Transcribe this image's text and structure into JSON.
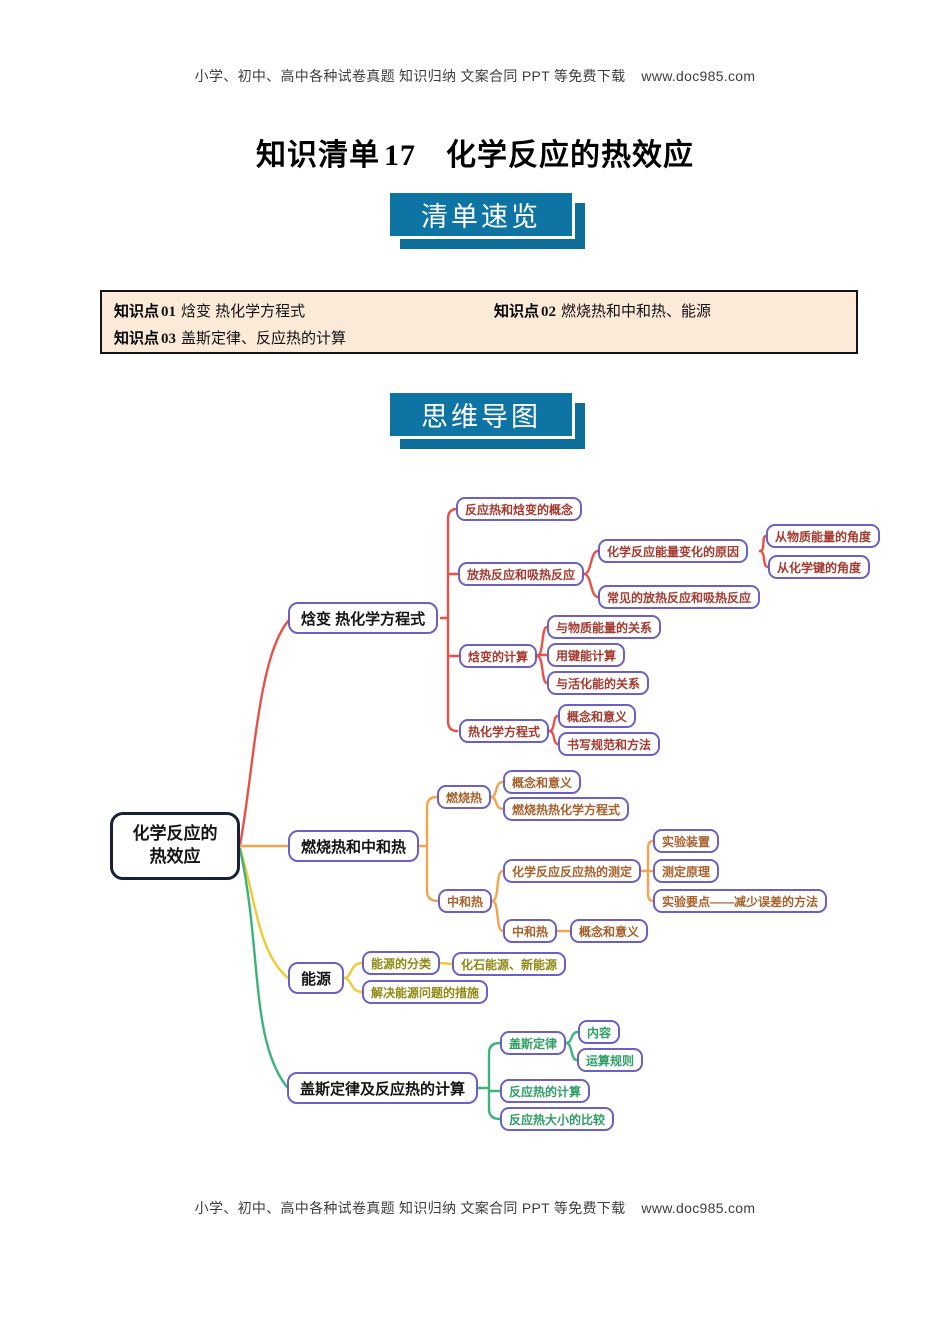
{
  "header": {
    "promo": "小学、初中、高中各种试卷真题 知识归纳 文案合同 PPT 等免费下载",
    "site": "www.doc985.com"
  },
  "title": {
    "prefix": "知识清单",
    "num": "17",
    "main": "化学反应的热效应"
  },
  "sections": {
    "overview_badge": "清单速览",
    "mindmap_badge": "思维导图"
  },
  "knowledge_points": [
    {
      "label": "知识点",
      "num": "01",
      "text": "焓变 热化学方程式"
    },
    {
      "label": "知识点",
      "num": "02",
      "text": "燃烧热和中和热、能源"
    },
    {
      "label": "知识点",
      "num": "03",
      "text": "盖斯定律、反应热的计算"
    }
  ],
  "mindmap": {
    "root": "化学反应的热效应",
    "nodes": {
      "main_enthalpy": "焓变 热化学方程式",
      "reaction_heat_concept": "反应热和焓变的概念",
      "exo_endo_reactions": "放热反应和吸热反应",
      "energy_change_reason": "化学反应能量变化的原因",
      "matter_energy_view": "从物质能量的角度",
      "chemical_bond_view": "从化学键的角度",
      "common_exo_endo": "常见的放热反应和吸热反应",
      "enthalpy_calculation": "焓变的计算",
      "vs_matter_energy": "与物质能量的关系",
      "bond_energy_calc": "用键能计算",
      "vs_activation_energy": "与活化能的关系",
      "thermochem_equation": "热化学方程式",
      "concept_meaning_1": "概念和意义",
      "writing_norms": "书写规范和方法",
      "main_combustion": "燃烧热和中和热",
      "combustion_heat": "燃烧热",
      "concept_meaning_2": "概念和意义",
      "combustion_thermo_eq": "燃烧热热化学方程式",
      "neutralization_heat": "中和热",
      "reaction_heat_measure": "化学反应反应热的测定",
      "experiment_device": "实验装置",
      "measure_principle": "测定原理",
      "experiment_keypoints": "实验要点——减少误差的方法",
      "neutralization_sub": "中和热",
      "concept_meaning_3": "概念和意义",
      "main_energy": "能源",
      "energy_classification": "能源的分类",
      "fossil_new_energy": "化石能源、新能源",
      "energy_solutions": "解决能源问题的措施",
      "main_hess": "盖斯定律及反应热的计算",
      "hess_law": "盖斯定律",
      "content": "内容",
      "operation_rules": "运算规则",
      "reaction_heat_calc": "反应热的计算",
      "reaction_heat_compare": "反应热大小的比较"
    }
  },
  "footer": {
    "promo": "小学、初中、高中各种试卷真题 知识归纳 文案合同 PPT 等免费下载",
    "site": "www.doc985.com"
  }
}
